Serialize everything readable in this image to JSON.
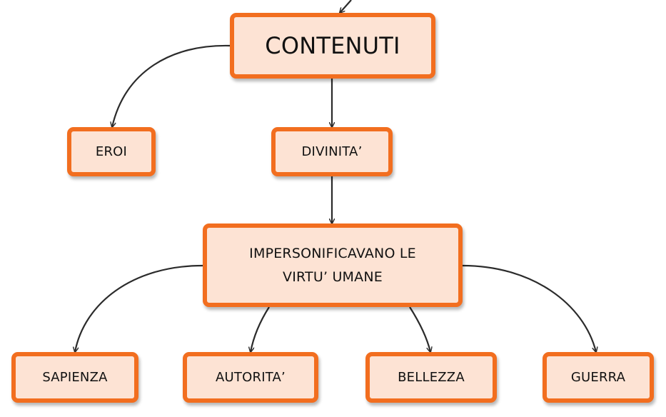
{
  "nodes": {
    "contenuti": "CONTENUTI",
    "eroi": "EROI",
    "divinita": "DIVINITA’",
    "impersonificavano": "IMPERSONIFICAVANO LE VIRTU’ UMANE",
    "sapienza": "SAPIENZA",
    "autorita": "AUTORITA’",
    "bellezza": "BELLEZZA",
    "guerra": "GUERRA"
  },
  "edges": [
    {
      "from": "contenuti",
      "to": "eroi"
    },
    {
      "from": "contenuti",
      "to": "divinita"
    },
    {
      "from": "divinita",
      "to": "impersonificavano"
    },
    {
      "from": "impersonificavano",
      "to": "sapienza"
    },
    {
      "from": "impersonificavano",
      "to": "autorita"
    },
    {
      "from": "impersonificavano",
      "to": "bellezza"
    },
    {
      "from": "impersonificavano",
      "to": "guerra"
    }
  ],
  "colors": {
    "node_fill": "#fde3d4",
    "node_border": "#f26e1f",
    "edge": "#2b2b2b"
  }
}
